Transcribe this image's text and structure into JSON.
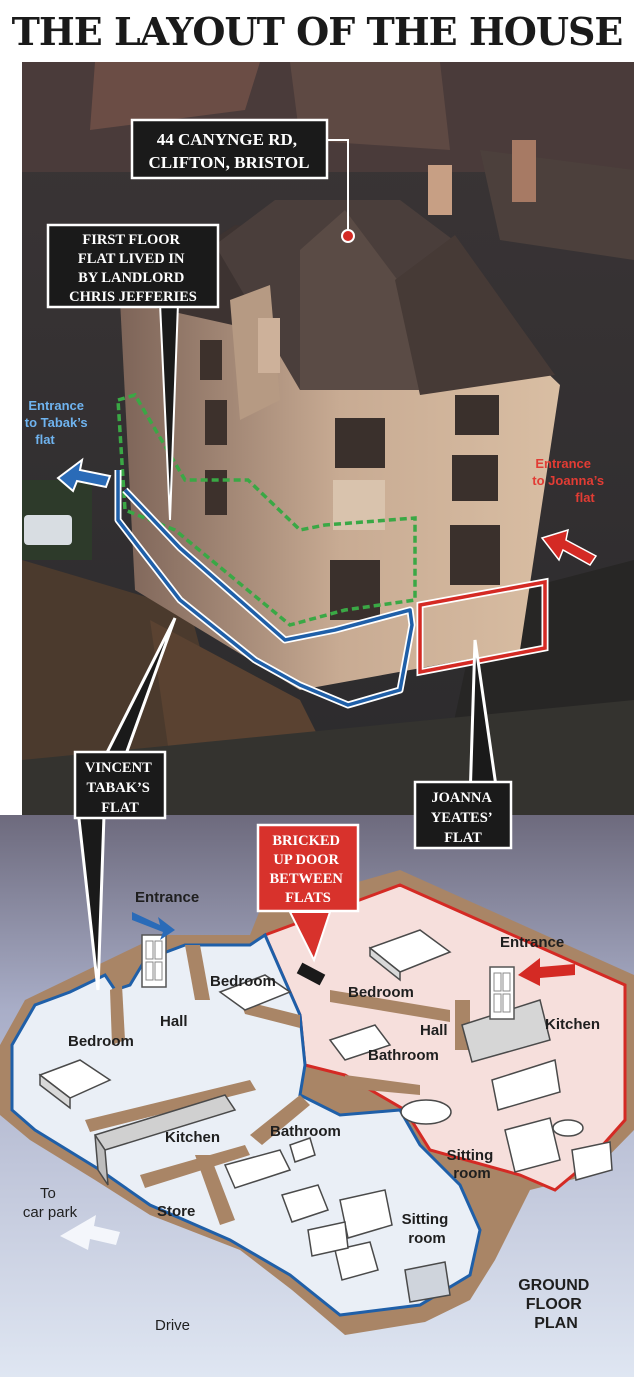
{
  "title": "THE LAYOUT OF THE HOUSE",
  "callouts": {
    "address": [
      "44 CANYNGE RD,",
      "CLIFTON, BRISTOL"
    ],
    "first_floor": [
      "FIRST FLOOR",
      "FLAT LIVED IN",
      "BY LANDLORD",
      "CHRIS JEFFERIES"
    ],
    "tabak_flat": [
      "VINCENT",
      "TABAK’S",
      "FLAT"
    ],
    "yeates_flat": [
      "JOANNA",
      "YEATES’",
      "FLAT"
    ],
    "bricked": [
      "BRICKED",
      "UP DOOR",
      "BETWEEN",
      "FLATS"
    ]
  },
  "side_labels": {
    "tabak_entrance": [
      "Entrance",
      "to Tabak’s",
      "flat"
    ],
    "joanna_entrance": [
      "Entrance",
      "to Joanna’s",
      "flat"
    ]
  },
  "plan_labels": {
    "entrance_left": "Entrance",
    "entrance_right": "Entrance",
    "bedroom_left": "Bedroom",
    "hall_left": "Hall",
    "bedroom_mid": "Bedroom",
    "kitchen_left": "Kitchen",
    "bathroom_left": "Bathroom",
    "store": "Store",
    "sitting_left": [
      "Sitting",
      "room"
    ],
    "bedroom_right": "Bedroom",
    "hall_right": "Hall",
    "bathroom_right": "Bathroom",
    "kitchen_right": "Kitchen",
    "sitting_right": [
      "Sitting",
      "room"
    ],
    "to_car_park": [
      "To",
      "car park"
    ],
    "drive": "Drive",
    "ground_floor": [
      "GROUND",
      "FLOOR",
      "PLAN"
    ]
  },
  "colors": {
    "tabak_outline": "#1f5fa8",
    "first_floor_outline": "#3aa845",
    "yeates_outline": "#d42a24",
    "callout_bg": "#1a1a1a",
    "bricked_bg": "#d8322c",
    "wall": "#a98566",
    "yeates_floor": "#f6dfdc",
    "tabak_floor": "#eaeff6"
  }
}
